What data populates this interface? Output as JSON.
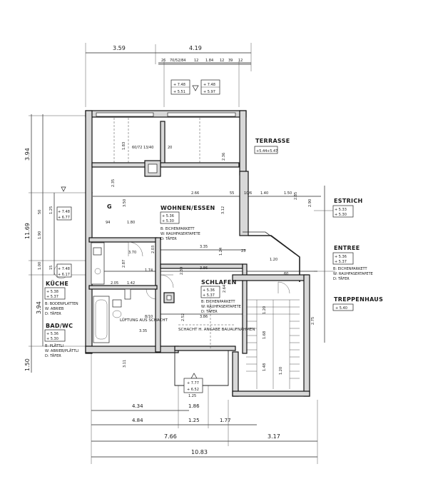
{
  "rooms": {
    "terrasse": {
      "name": "TERRASSE",
      "levels": [
        "+5.44",
        "+5.47"
      ]
    },
    "wohnen": {
      "name": "WOHNEN/ESSEN",
      "levels": [
        "+ 5.36",
        "+ 5.30"
      ],
      "finishes": [
        "B: EICHENPARKETT",
        "W: RAUHFASERTAPETE",
        "D: TÄFER"
      ]
    },
    "estrich": {
      "name": "ESTRICH",
      "levels": [
        "+ 5.33",
        "+ 5.30"
      ]
    },
    "entree": {
      "name": "ENTREE",
      "levels": [
        "+ 5.36",
        "+ 5.37"
      ],
      "finishes": [
        "B: EICHENPARKETT",
        "W: RAUHFASERTAPETE",
        "D: TÄFER"
      ]
    },
    "schlafen": {
      "name": "SCHLAFEN",
      "levels": [
        "+ 5.36",
        "+ 5.37"
      ],
      "finishes": [
        "B: EICHENPARKETT",
        "W: RAUHFASERTAPETE",
        "D: TÄFER"
      ]
    },
    "kueche": {
      "name": "KÜCHE",
      "levels": [
        "+ 5.38",
        "+ 5.37"
      ],
      "finishes": [
        "B: BODENPLATTEN",
        "W: ABRIEB",
        "D: TÄFER"
      ]
    },
    "bad": {
      "name": "BAD/WC",
      "levels": [
        "+ 5.36",
        "+ 5.30"
      ],
      "finishes": [
        "B: PLÄTTLI",
        "W: ABRIEB/PLÄTTLI",
        "D: TÄFER"
      ]
    },
    "treppenhaus": {
      "name": "TREPPENHAUS",
      "levels": [
        "+ 5.40"
      ]
    }
  },
  "markers": {
    "top": [
      "+ 7.48",
      "+ 5.51",
      "+ 7.48",
      "+ 5.97"
    ],
    "left": [
      "+ 7.48",
      "+ 6.77"
    ],
    "left2": [
      "+ 7.48",
      "+ 6.17"
    ],
    "bottom": [
      "+ 7.77",
      "+ 6.52"
    ],
    "axis_g": "G"
  },
  "dims": {
    "top": [
      "3.59",
      "4.19"
    ],
    "top_small": [
      "26",
      "70/52/84",
      "12",
      "1.84",
      "12",
      "39",
      "12"
    ],
    "left": [
      "3.94",
      "11.69",
      "50",
      "1.25",
      "1.90",
      "1.00",
      "15",
      "3.94",
      "1.50"
    ],
    "bottom": [
      "4.34",
      "1.86",
      "4.84",
      "1.25",
      "1.77",
      "7.66",
      "3.17",
      "10.83"
    ],
    "bottom_small": [
      "1.25"
    ],
    "interior": [
      "2.66",
      "55",
      "10/6",
      "1.40",
      "1.50",
      "3.12",
      "3.35",
      "3.86",
      "2.90",
      "2.39",
      "3.86",
      "1.24",
      "94",
      "1.80",
      "2.03",
      "3.70",
      "2.87",
      "2.05",
      "1.42",
      "1.74",
      "1.20",
      "2.75",
      "2.36",
      "60",
      "2.52",
      "1.68",
      "1.20",
      "1.48",
      "3.11",
      "2.85",
      "2.64"
    ],
    "small_notes": [
      "60/72 13/40",
      "20",
      "1.83",
      "2.35",
      "23",
      "1.20",
      "3.50",
      "8/10",
      "3.35"
    ]
  },
  "notes": {
    "schacht": "SCHACHT H. ANGABE BAUAUFNAHMEN",
    "lueftung": "LÜFTUNG AUS SCHACHT"
  }
}
